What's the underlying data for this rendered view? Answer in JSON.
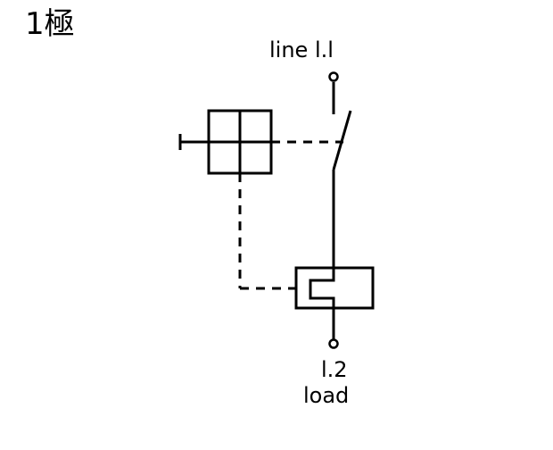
{
  "title": "1極",
  "labels": {
    "line": "line  l.l",
    "terminal_bottom": "l.2",
    "load": "load"
  },
  "colors": {
    "stroke": "#000000",
    "background": "#ffffff"
  }
}
